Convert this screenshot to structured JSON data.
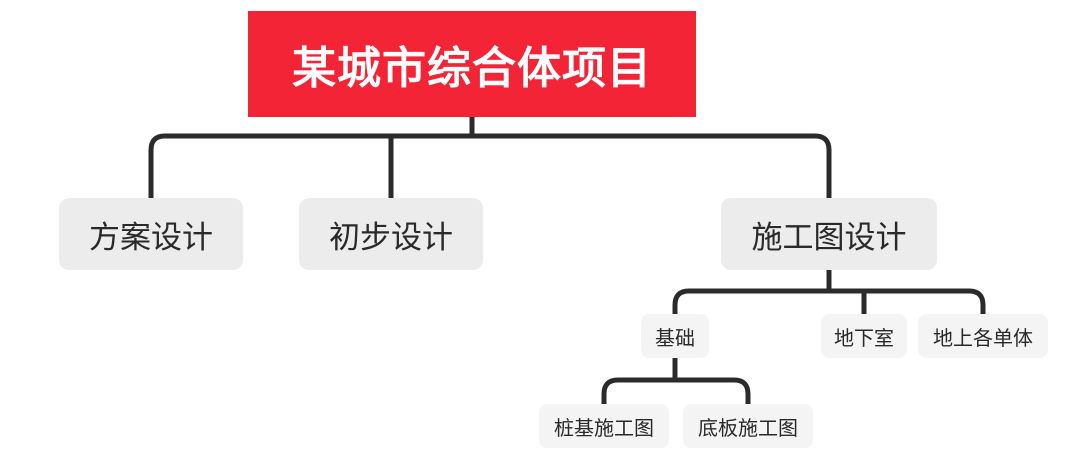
{
  "tree": {
    "root": {
      "label": "某城市综合体项目"
    },
    "level1": [
      {
        "label": "方案设计"
      },
      {
        "label": "初步设计"
      },
      {
        "label": "施工图设计"
      }
    ],
    "construction_children": [
      {
        "label": "基础"
      },
      {
        "label": "地下室"
      },
      {
        "label": "地上各单体"
      }
    ],
    "foundation_children": [
      {
        "label": "桩基施工图"
      },
      {
        "label": "底板施工图"
      }
    ]
  },
  "colors": {
    "root_fill": "#f42437",
    "root_text": "#ffffff",
    "node_fill": "#ececec",
    "small_node_fill": "#f4f4f4",
    "connector": "#2b2b2b",
    "text": "#2a2a2a"
  }
}
